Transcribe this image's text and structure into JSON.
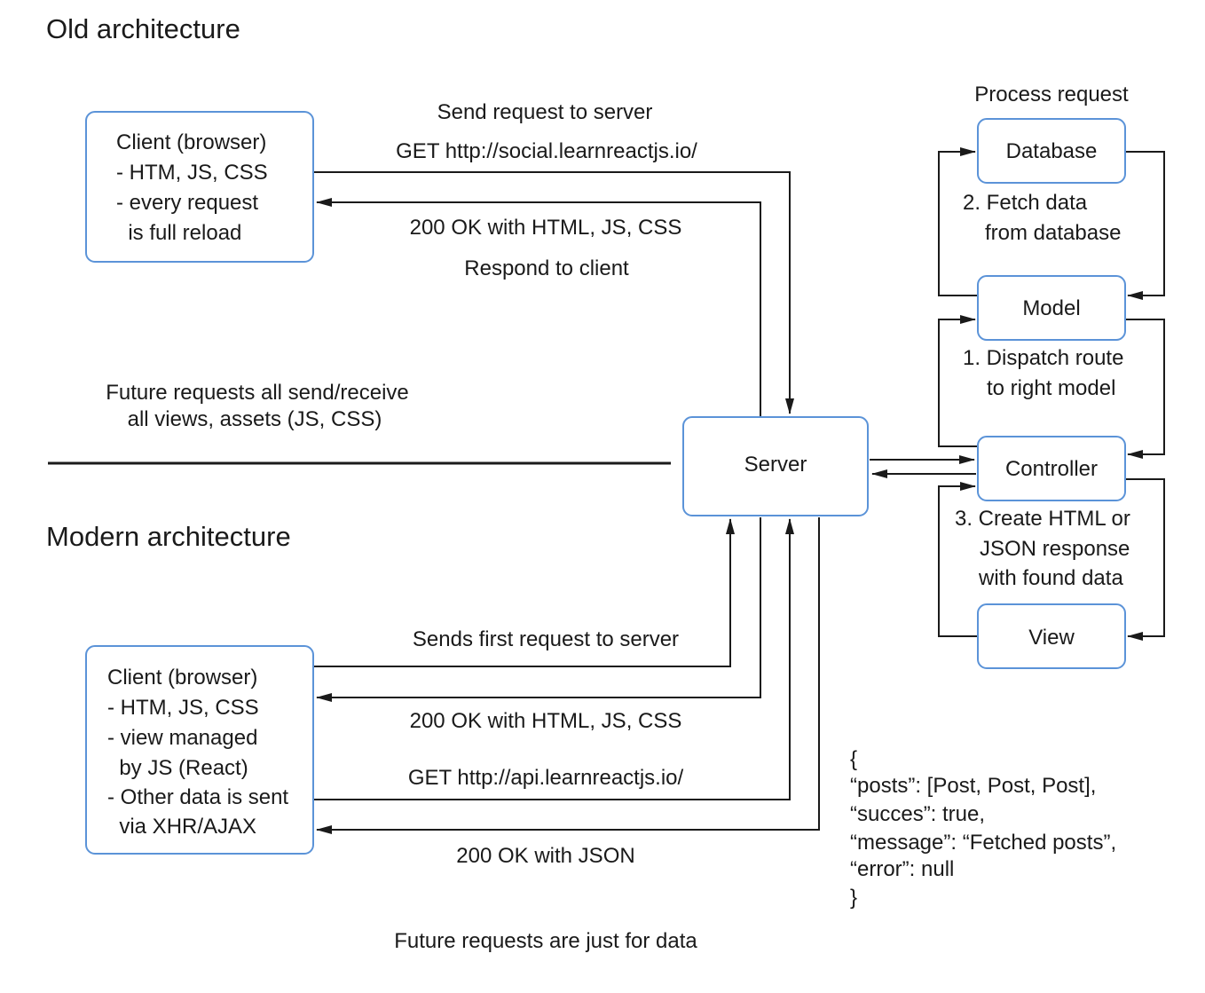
{
  "headings": {
    "old": "Old architecture",
    "modern": "Modern architecture"
  },
  "colors": {
    "box_border": "#5b93d8",
    "line": "#1a1a1a",
    "text": "#1a1a1a"
  },
  "old_client": {
    "lines": [
      "Client (browser)",
      "- HTM, JS, CSS",
      "- every request",
      "  is full reload"
    ]
  },
  "modern_client": {
    "lines": [
      "Client (browser)",
      "- HTM, JS, CSS",
      "- view managed",
      "  by JS (React)",
      "- Other data is sent",
      "  via XHR/AJAX"
    ]
  },
  "server": {
    "label": "Server"
  },
  "mvc": {
    "title": "Process request",
    "database": "Database",
    "model": "Model",
    "controller": "Controller",
    "view": "View",
    "step_fetch": [
      "2. Fetch data",
      "from database"
    ],
    "step_dispatch": [
      "1. Dispatch route",
      "to right model"
    ],
    "step_create": [
      "3. Create HTML or",
      "JSON response",
      "with found data"
    ]
  },
  "old_flow": {
    "send_label": "Send request to server",
    "get_label": "GET http://social.learnreactjs.io/",
    "ok_label": "200 OK with HTML, JS, CSS",
    "respond_label": "Respond to client",
    "future_label": [
      "Future requests all send/receive",
      "all views, assets (JS, CSS)"
    ]
  },
  "modern_flow": {
    "first_label": "Sends first request to server",
    "ok_label": "200 OK with HTML, JS, CSS",
    "get_label": "GET http://api.learnreactjs.io/",
    "json_label": "200 OK with JSON",
    "future_label": "Future requests are just for data"
  },
  "json_sample": {
    "lines": [
      "{",
      "“posts”: [Post, Post, Post],",
      "“succes”: true,",
      "“message”: “Fetched posts”,",
      "“error”: null",
      "}"
    ]
  }
}
